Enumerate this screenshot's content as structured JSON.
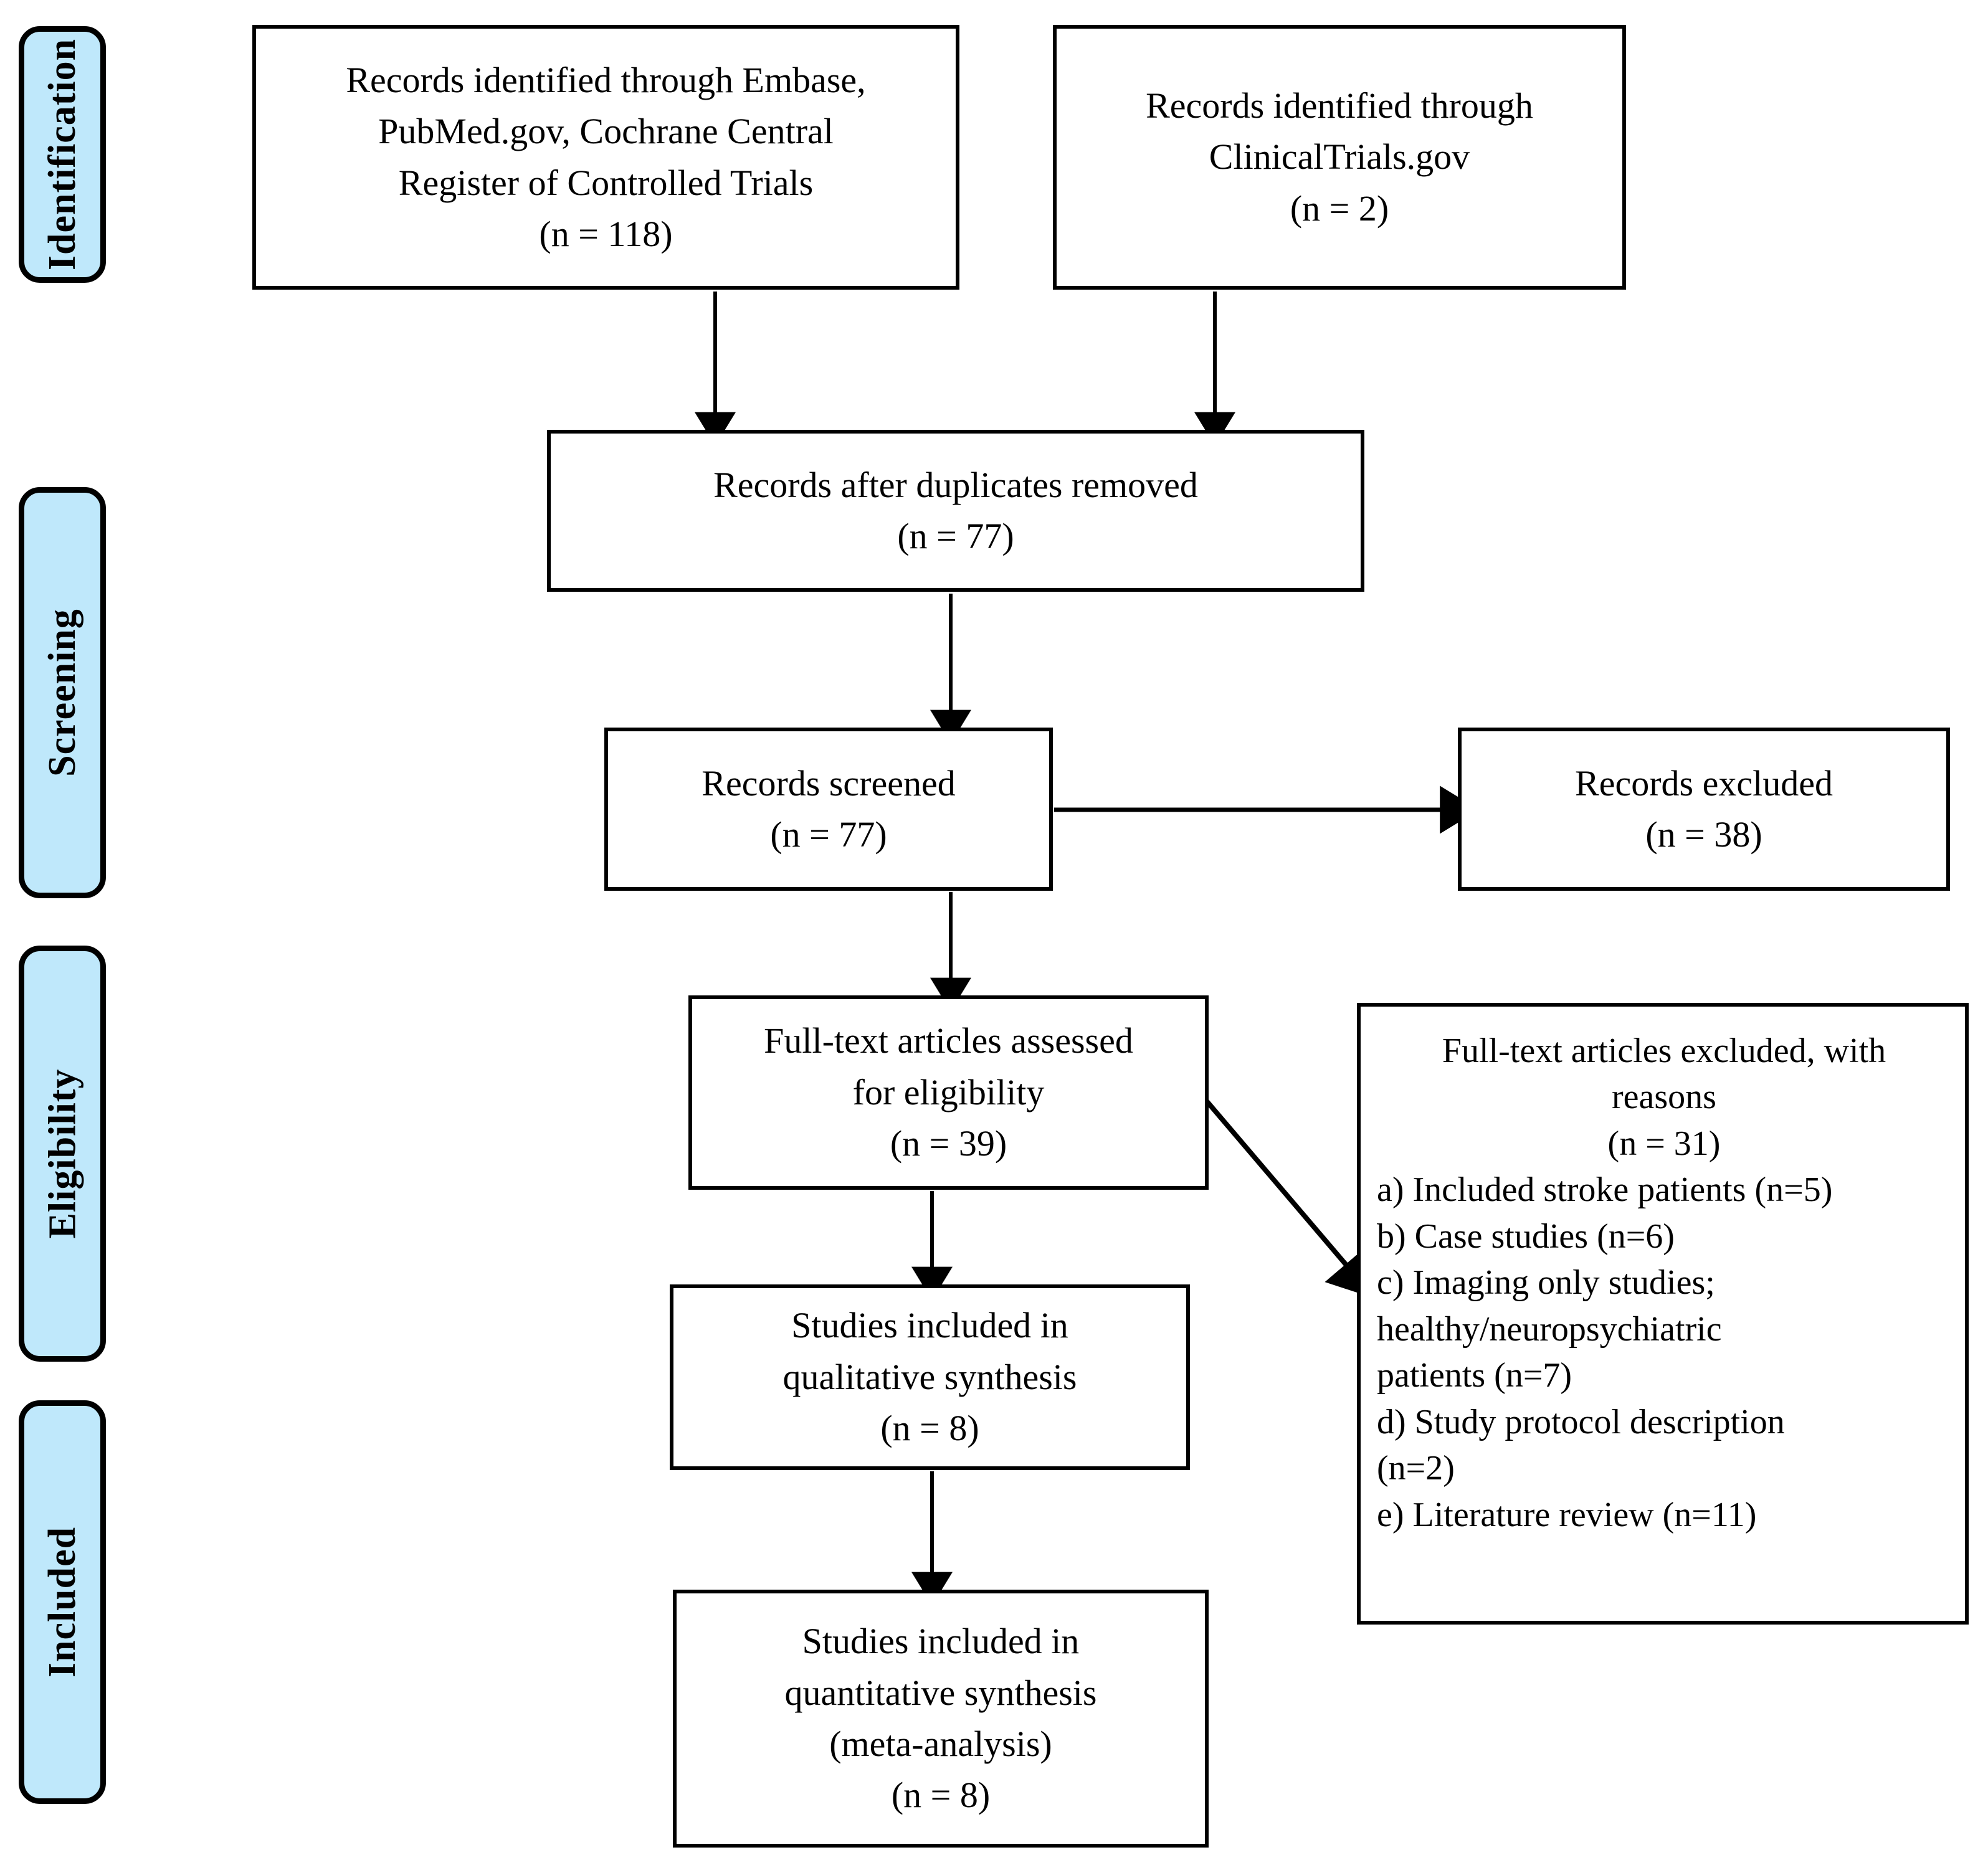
{
  "diagram": {
    "type": "PRISMA flow diagram",
    "accent_color": "#bfe8fb",
    "line_color": "#000000",
    "background": "#ffffff"
  },
  "stages": [
    {
      "label": "Identification"
    },
    {
      "label": "Screening"
    },
    {
      "label": "Eligibility"
    },
    {
      "label": "Included"
    }
  ],
  "boxes": {
    "db_records": {
      "line1": "Records identified through Embase,",
      "line2": "PubMed.gov, Cochrane Central",
      "line3": "Register of Controlled Trials",
      "count": "(n = 118)"
    },
    "registry": {
      "line1": "Records identified through",
      "line2": "ClinicalTrials.gov",
      "count": "(n = 2)"
    },
    "dedup": {
      "line1": "Records after duplicates removed",
      "count": "(n = 77)"
    },
    "screened": {
      "line1": "Records screened",
      "count": "(n = 77)"
    },
    "excluded": {
      "line1": "Records excluded",
      "count": "(n = 38)"
    },
    "fulltext": {
      "line1": "Full-text articles assessed",
      "line2": "for eligibility",
      "count": "(n = 39)"
    },
    "reasons": {
      "head1": "Full-text articles excluded, with",
      "head2": "reasons",
      "count": "(n = 31)",
      "items": [
        "a) Included stroke patients (n=5)",
        "b) Case studies  (n=6)",
        "c) Imaging only studies;",
        "healthy/neuropsychiatric",
        "patients (n=7)",
        "d) Study protocol description",
        "(n=2)",
        "e) Literature review (n=11)"
      ]
    },
    "qualitative": {
      "line1": "Studies included in",
      "line2": "qualitative synthesis",
      "count": "(n = 8)"
    },
    "quantitative": {
      "line1": "Studies included in",
      "line2": "quantitative synthesis",
      "line3": "(meta-analysis)",
      "count": "(n = 8)"
    }
  },
  "chart_data": {
    "type": "flow",
    "title": "PRISMA flow diagram",
    "nodes": [
      {
        "id": "db_records",
        "stage": "Identification",
        "label": "Records identified through Embase, PubMed.gov, Cochrane Central Register of Controlled Trials",
        "n": 118
      },
      {
        "id": "registry",
        "stage": "Identification",
        "label": "Records identified through ClinicalTrials.gov",
        "n": 2
      },
      {
        "id": "dedup",
        "stage": "Screening",
        "label": "Records after duplicates removed",
        "n": 77
      },
      {
        "id": "screened",
        "stage": "Screening",
        "label": "Records screened",
        "n": 77
      },
      {
        "id": "excluded",
        "stage": "Screening",
        "label": "Records excluded",
        "n": 38
      },
      {
        "id": "fulltext",
        "stage": "Eligibility",
        "label": "Full-text articles assessed for eligibility",
        "n": 39
      },
      {
        "id": "reasons",
        "stage": "Eligibility",
        "label": "Full-text articles excluded, with reasons",
        "n": 31
      },
      {
        "id": "qualitative",
        "stage": "Included",
        "label": "Studies included in qualitative synthesis",
        "n": 8
      },
      {
        "id": "quantitative",
        "stage": "Included",
        "label": "Studies included in quantitative synthesis (meta-analysis)",
        "n": 8
      }
    ],
    "edges": [
      {
        "from": "db_records",
        "to": "dedup"
      },
      {
        "from": "registry",
        "to": "dedup"
      },
      {
        "from": "dedup",
        "to": "screened"
      },
      {
        "from": "screened",
        "to": "excluded"
      },
      {
        "from": "screened",
        "to": "fulltext"
      },
      {
        "from": "fulltext",
        "to": "reasons"
      },
      {
        "from": "fulltext",
        "to": "qualitative"
      },
      {
        "from": "qualitative",
        "to": "quantitative"
      }
    ],
    "exclusion_reasons": [
      {
        "key": "a",
        "reason": "Included stroke patients",
        "n": 5
      },
      {
        "key": "b",
        "reason": "Case studies",
        "n": 6
      },
      {
        "key": "c",
        "reason": "Imaging only studies; healthy/neuropsychiatric patients",
        "n": 7
      },
      {
        "key": "d",
        "reason": "Study protocol description",
        "n": 2
      },
      {
        "key": "e",
        "reason": "Literature review",
        "n": 11
      }
    ]
  }
}
